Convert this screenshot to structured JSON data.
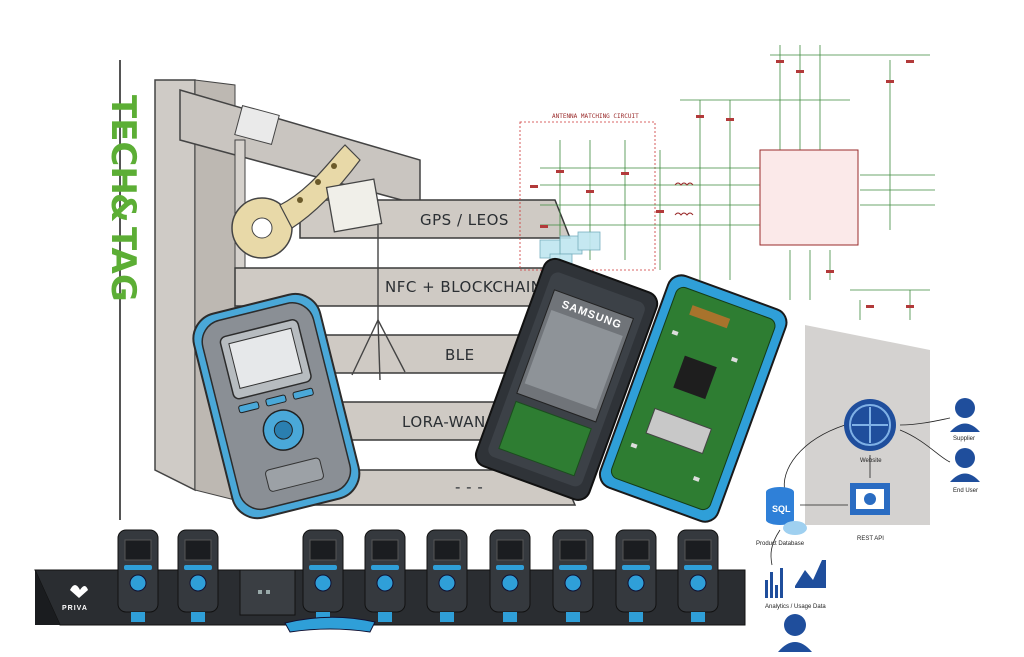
{
  "logo": {
    "line1": "TECH",
    "ampersand": "&",
    "line2": "TAG"
  },
  "signpost": {
    "signs": [
      "GPS / LEOS",
      "NFC + BLOCKCHAIN",
      "BLE",
      "LORA-WAN / L",
      "- - -"
    ]
  },
  "schematic": {
    "title": "ANTENNA MATCHING CIRCUIT"
  },
  "device_pcb": {
    "battery_brand": "SAMSUNG"
  },
  "architecture": {
    "nodes": {
      "website": "Website",
      "supplier": "Supplier",
      "end_user": "End User",
      "rest_api": "REST API",
      "database": "Product Database",
      "database_badge": "SQL",
      "analytics": "Analytics / Usage Data"
    }
  },
  "dock": {
    "brand": "PRIVA",
    "slot_count": 10
  },
  "colors": {
    "accent_blue": "#2f9fd8",
    "device_dark": "#2f3338",
    "pcb_green": "#2e7d32",
    "logo_green": "#5cae35",
    "schematic_red": "#9a2b2b",
    "diagram_blue": "#1f4e9c"
  }
}
